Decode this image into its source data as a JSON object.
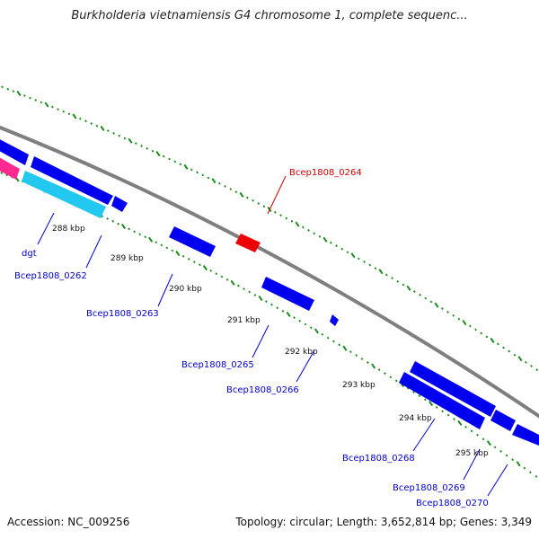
{
  "title": "Burkholderia vietnamiensis G4 chromosome 1, complete sequenc...",
  "footer": {
    "accession": "Accession: NC_009256",
    "summary": "Topology: circular; Length: 3,652,814 bp; Genes: 3,349"
  },
  "colors": {
    "backbone": "#7f7f7f",
    "gene_plus": "#0000ee",
    "gene_minus": "#0000ee",
    "highlight": "#ee0000",
    "cyan": "#22c8f0",
    "pink": "#ff2a8f",
    "dots": "#1a8a1a",
    "label_blue": "#0000cc",
    "label_red": "#cc0000"
  },
  "ticks": [
    "288 kbp",
    "289 kbp",
    "290 kbp",
    "291 kbp",
    "292 kbp",
    "293 kbp",
    "294 kbp",
    "295 kbp"
  ],
  "genes": [
    {
      "name": "dgt",
      "color": "blue"
    },
    {
      "name": "Bcep1808_0262",
      "color": "blue"
    },
    {
      "name": "Bcep1808_0263",
      "color": "blue"
    },
    {
      "name": "Bcep1808_0264",
      "color": "red"
    },
    {
      "name": "Bcep1808_0265",
      "color": "blue"
    },
    {
      "name": "Bcep1808_0266",
      "color": "blue"
    },
    {
      "name": "Bcep1808_0268",
      "color": "blue"
    },
    {
      "name": "Bcep1808_0269",
      "color": "blue"
    },
    {
      "name": "Bcep1808_0270",
      "color": "blue"
    }
  ]
}
